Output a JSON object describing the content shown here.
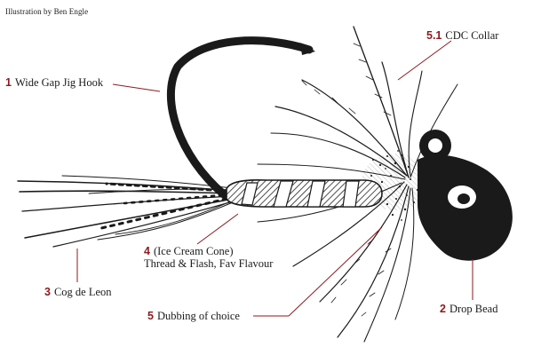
{
  "credit": "Illustration by Ben Engle",
  "colors": {
    "accent": "#8b1a1f",
    "ink": "#1a1a1a"
  },
  "labels": {
    "collar": {
      "num": "5.1",
      "text": "CDC Collar"
    },
    "hook": {
      "num": "1",
      "text": "Wide Gap Jig Hook"
    },
    "body": {
      "num": "4",
      "text": "(Ice Cream Cone)",
      "sub": "Thread & Flash, Fav Flavour"
    },
    "tail": {
      "num": "3",
      "text": "Cog de Leon"
    },
    "dubbing": {
      "num": "5",
      "text": "Dubbing of choice"
    },
    "bead": {
      "num": "2",
      "text": "Drop Bead"
    }
  }
}
